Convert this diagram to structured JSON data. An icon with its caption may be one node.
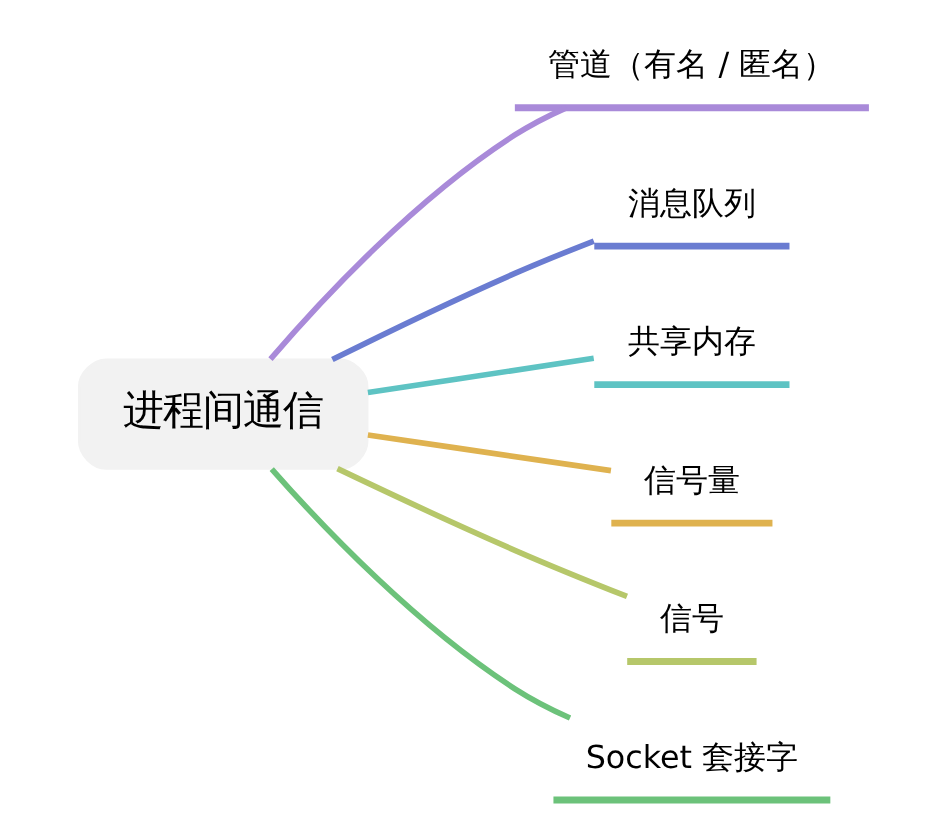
{
  "diagram": {
    "nodes": [
      {
        "text": [
          "进程间通信"
        ]
      },
      {
        "text": [
          "管道（有名 / 匿名）"
        ]
      },
      {
        "text": [
          "消息队列"
        ]
      },
      {
        "text": [
          "共享内存"
        ]
      },
      {
        "text": [
          "信号量"
        ]
      },
      {
        "text": [
          "信号"
        ]
      },
      {
        "text": [
          "Socket 套接字"
        ]
      }
    ],
    "edges": [
      {
        "from": 0,
        "to": 1,
        "arrow": "none",
        "color": "#a98ad9"
      },
      {
        "from": 0,
        "to": 2,
        "arrow": "none",
        "color": "#6a7cd1"
      },
      {
        "from": 0,
        "to": 3,
        "arrow": "none",
        "color": "#5ec3c3"
      },
      {
        "from": 0,
        "to": 4,
        "arrow": "none",
        "color": "#dfb24f"
      },
      {
        "from": 0,
        "to": 5,
        "arrow": "none",
        "color": "#b6c76a"
      },
      {
        "from": 0,
        "to": 6,
        "arrow": "none",
        "color": "#6cc27a"
      }
    ]
  }
}
